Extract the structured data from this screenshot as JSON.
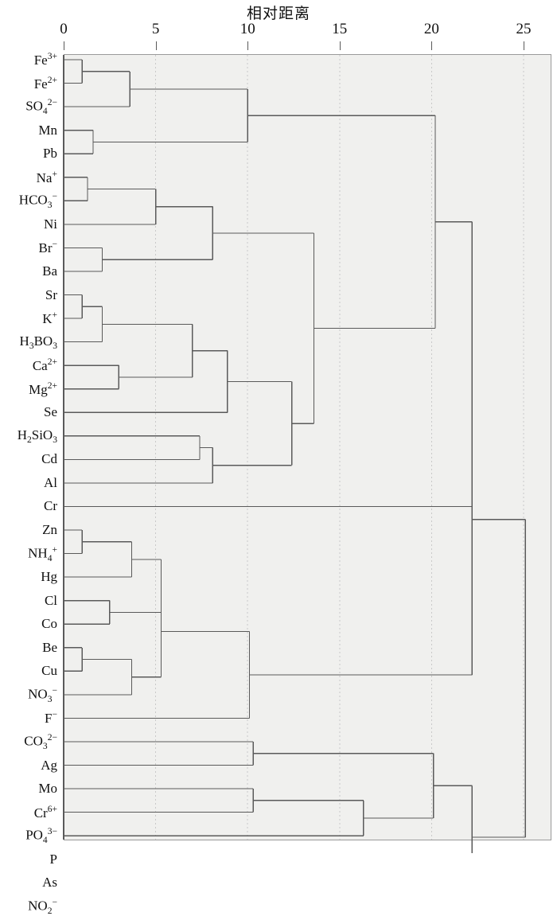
{
  "chart_data": {
    "type": "dendrogram",
    "title": "相对距离",
    "xlabel": "相对距离",
    "ylabel": "",
    "xlim": [
      0,
      26.5
    ],
    "grid": true,
    "legend": "none",
    "axis_ticks": [
      0,
      5,
      10,
      15,
      20,
      25
    ],
    "leaf_count": 34,
    "leaves": [
      {
        "i": 0,
        "html": "Fe<sup>3+</sup>",
        "text": "Fe3+"
      },
      {
        "i": 1,
        "html": "Fe<sup>2+</sup>",
        "text": "Fe2+"
      },
      {
        "i": 2,
        "html": "SO<sub>4</sub><sup>2&minus;</sup>",
        "text": "SO42-"
      },
      {
        "i": 3,
        "html": "Mn",
        "text": "Mn"
      },
      {
        "i": 4,
        "html": "Pb",
        "text": "Pb"
      },
      {
        "i": 5,
        "html": "Na<sup>+</sup>",
        "text": "Na+"
      },
      {
        "i": 6,
        "html": "HCO<sub>3</sub><sup>&minus;</sup>",
        "text": "HCO3-"
      },
      {
        "i": 7,
        "html": "Ni",
        "text": "Ni"
      },
      {
        "i": 8,
        "html": "Br<sup>&minus;</sup>",
        "text": "Br-"
      },
      {
        "i": 9,
        "html": "Ba",
        "text": "Ba"
      },
      {
        "i": 10,
        "html": "Sr",
        "text": "Sr"
      },
      {
        "i": 11,
        "html": "K<sup>+</sup>",
        "text": "K+"
      },
      {
        "i": 12,
        "html": "H<sub>3</sub>BO<sub>3</sub>",
        "text": "H3BO3"
      },
      {
        "i": 13,
        "html": "Ca<sup>2+</sup>",
        "text": "Ca2+"
      },
      {
        "i": 14,
        "html": "Mg<sup>2+</sup>",
        "text": "Mg2+"
      },
      {
        "i": 15,
        "html": "Se",
        "text": "Se"
      },
      {
        "i": 16,
        "html": "H<sub>2</sub>SiO<sub>3</sub>",
        "text": "H2SiO3"
      },
      {
        "i": 17,
        "html": "Cd",
        "text": "Cd"
      },
      {
        "i": 18,
        "html": "Al",
        "text": "Al"
      },
      {
        "i": 19,
        "html": "Cr",
        "text": "Cr"
      },
      {
        "i": 20,
        "html": "Zn",
        "text": "Zn"
      },
      {
        "i": 21,
        "html": "NH<sub>4</sub><sup>+</sup>",
        "text": "NH4+"
      },
      {
        "i": 22,
        "html": "Hg",
        "text": "Hg"
      },
      {
        "i": 23,
        "html": "Cl",
        "text": "Cl"
      },
      {
        "i": 24,
        "html": "Co",
        "text": "Co"
      },
      {
        "i": 25,
        "html": "Be",
        "text": "Be"
      },
      {
        "i": 26,
        "html": "Cu",
        "text": "Cu"
      },
      {
        "i": 27,
        "html": "NO<sub>3</sub><sup>&minus;</sup>",
        "text": "NO3-"
      },
      {
        "i": 28,
        "html": "F<sup>&minus;</sup>",
        "text": "F-"
      },
      {
        "i": 29,
        "html": "CO<sub>3</sub><sup>2&minus;</sup>",
        "text": "CO32-"
      },
      {
        "i": 30,
        "html": "Ag",
        "text": "Ag"
      },
      {
        "i": 31,
        "html": "Mo",
        "text": "Mo"
      },
      {
        "i": 32,
        "html": "Cr<sup>6+</sup>",
        "text": "Cr6+"
      },
      {
        "i": 33,
        "html": "PO<sub>4</sub><sup>3&minus;</sup>",
        "text": "PO43-"
      },
      {
        "i": 34,
        "html": "P",
        "text": "P"
      },
      {
        "i": 35,
        "html": "As",
        "text": "As"
      },
      {
        "i": 36,
        "html": "NO<sub>2</sub><sup>&minus;</sup>",
        "text": "NO2-"
      }
    ],
    "merges": [
      {
        "id": "m1",
        "left": {
          "leaf": 0
        },
        "right": {
          "leaf": 1
        },
        "distance": 1.0
      },
      {
        "id": "m2",
        "left": {
          "node": "m1"
        },
        "right": {
          "leaf": 2
        },
        "distance": 3.6
      },
      {
        "id": "m3",
        "left": {
          "leaf": 3
        },
        "right": {
          "leaf": 4
        },
        "distance": 1.6
      },
      {
        "id": "m4",
        "left": {
          "node": "m2"
        },
        "right": {
          "node": "m3"
        },
        "distance": 10.0
      },
      {
        "id": "m5",
        "left": {
          "leaf": 5
        },
        "right": {
          "leaf": 6
        },
        "distance": 1.3
      },
      {
        "id": "m6",
        "left": {
          "node": "m5"
        },
        "right": {
          "leaf": 7
        },
        "distance": 5.0
      },
      {
        "id": "m7",
        "left": {
          "leaf": 8
        },
        "right": {
          "leaf": 9
        },
        "distance": 2.1
      },
      {
        "id": "m8",
        "left": {
          "node": "m6"
        },
        "right": {
          "node": "m7"
        },
        "distance": 8.1
      },
      {
        "id": "m9",
        "left": {
          "leaf": 10
        },
        "right": {
          "leaf": 11
        },
        "distance": 1.0
      },
      {
        "id": "m10",
        "left": {
          "node": "m9"
        },
        "right": {
          "leaf": 12
        },
        "distance": 2.1
      },
      {
        "id": "m11",
        "left": {
          "leaf": 13
        },
        "right": {
          "leaf": 14
        },
        "distance": 3.0
      },
      {
        "id": "m12",
        "left": {
          "node": "m10"
        },
        "right": {
          "node": "m11"
        },
        "distance": 7.0
      },
      {
        "id": "m13",
        "left": {
          "node": "m12"
        },
        "right": {
          "leaf": 15
        },
        "distance": 8.9
      },
      {
        "id": "m14",
        "left": {
          "leaf": 16
        },
        "right": {
          "leaf": 17
        },
        "distance": 7.4
      },
      {
        "id": "m15",
        "left": {
          "node": "m14"
        },
        "right": {
          "leaf": 18
        },
        "distance": 8.1
      },
      {
        "id": "m16",
        "left": {
          "node": "m13"
        },
        "right": {
          "node": "m15"
        },
        "distance": 12.4
      },
      {
        "id": "m17",
        "left": {
          "node": "m8"
        },
        "right": {
          "node": "m16"
        },
        "distance": 13.6
      },
      {
        "id": "m18",
        "left": {
          "node": "m4"
        },
        "right": {
          "node": "m17"
        },
        "distance": 20.2
      },
      {
        "id": "m19",
        "left": {
          "leaf": 20
        },
        "right": {
          "leaf": 21
        },
        "distance": 1.0
      },
      {
        "id": "m20",
        "left": {
          "node": "m19"
        },
        "right": {
          "leaf": 22
        },
        "distance": 3.7
      },
      {
        "id": "m21",
        "left": {
          "leaf": 23
        },
        "right": {
          "leaf": 24
        },
        "distance": 2.5
      },
      {
        "id": "m22",
        "left": {
          "node": "m20"
        },
        "right": {
          "node": "m21"
        },
        "distance": 5.3
      },
      {
        "id": "m23",
        "left": {
          "leaf": 25
        },
        "right": {
          "leaf": 26
        },
        "distance": 1.0
      },
      {
        "id": "m24",
        "left": {
          "node": "m23"
        },
        "right": {
          "leaf": 27
        },
        "distance": 3.7
      },
      {
        "id": "m25",
        "left": {
          "node": "m22"
        },
        "right": {
          "node": "m24"
        },
        "distance": 5.3
      },
      {
        "id": "m26",
        "left": {
          "node": "m25"
        },
        "right": {
          "leaf": 28
        },
        "distance": 10.1
      },
      {
        "id": "m27",
        "left": {
          "node": "m18"
        },
        "right": {
          "node": "m19b"
        },
        "distance": 22.2
      },
      {
        "id": "m28",
        "left": {
          "leaf": 29
        },
        "right": {
          "leaf": 30
        },
        "distance": 10.3
      },
      {
        "id": "m29",
        "left": {
          "leaf": 31
        },
        "right": {
          "leaf": 32
        },
        "distance": 10.3
      },
      {
        "id": "m30",
        "left": {
          "node": "m29"
        },
        "right": {
          "leaf": 33
        },
        "distance": 16.3
      },
      {
        "id": "m31",
        "left": {
          "node": "m28"
        },
        "right": {
          "node": "m30"
        },
        "distance": 20.1
      },
      {
        "id": "m32",
        "left": {
          "node": "m31"
        },
        "right": {
          "node": "bottomchain"
        },
        "distance": 22.2
      },
      {
        "id": "m33",
        "left": {
          "node": "m27"
        },
        "right": {
          "node": "m32"
        },
        "distance": 25.1
      }
    ],
    "_segments": [
      [
        0.55,
        0,
        0.55,
        1,
        1.0
      ],
      [
        1.0,
        0,
        1.0,
        1,
        0
      ],
      [
        3.6,
        0.5,
        3.6,
        4,
        0
      ],
      [
        1.6,
        3,
        1.6,
        4,
        0
      ],
      [
        10.0,
        1.8,
        10.0,
        3.8,
        0
      ],
      [
        1.3,
        5,
        1.3,
        6,
        0
      ],
      [
        5.0,
        5.5,
        5.0,
        7,
        0
      ],
      [
        2.1,
        8,
        2.1,
        9,
        0
      ],
      [
        8.1,
        6.2,
        8.1,
        8.5,
        0
      ],
      [
        13.6,
        7.35,
        13.6,
        10.6,
        0
      ],
      [
        20.2,
        2.8,
        20.2,
        12.0,
        0
      ],
      [
        25.1,
        16.0,
        25.1,
        29.0,
        0
      ]
    ]
  },
  "axis": {
    "ticks": [
      {
        "value": 0,
        "label": "0"
      },
      {
        "value": 5,
        "label": "5"
      },
      {
        "value": 10,
        "label": "10"
      },
      {
        "value": 15,
        "label": "15"
      },
      {
        "value": 20,
        "label": "20"
      },
      {
        "value": 25,
        "label": "25"
      }
    ]
  },
  "colors": {
    "plot_background": "#f0f0ee",
    "plot_border": "#9a9a9a",
    "line": "#5a5a5a",
    "gridline": "#c9c9c9",
    "text": "#111111"
  }
}
